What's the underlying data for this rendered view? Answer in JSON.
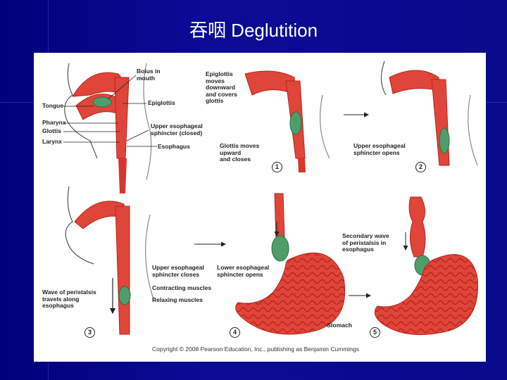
{
  "slide": {
    "title": "吞咽 Deglutition"
  },
  "figure": {
    "labels": {
      "bolus": "Bolus in\nmouth",
      "tongue": "Tongue",
      "epiglottis": "Epiglottis",
      "pharynx": "Pharynx",
      "glottis": "Glottis",
      "larynx": "Larynx",
      "ues_closed": "Upper esophageal\nsphincter (closed)",
      "esophagus": "Esophagus",
      "epiglottis_moves": "Epiglottis\nmoves\ndownward\nand covers\nglottis",
      "glottis_moves": "Glottis moves\nupward\nand closes",
      "ues_opens": "Upper esophageal\nsphincter opens",
      "ues_closes": "Upper esophageal\nsphincter closes",
      "contracting": "Contracting muscles",
      "relaxing": "Relaxing muscles",
      "wave": "Wave of peristalsis\ntravels along\nesophagus",
      "les_opens": "Lower esophageal\nsphincter opens",
      "secondary_wave": "Secondary wave\nof peristalsis in\nesophagus",
      "stomach": "Stomach"
    },
    "step_numbers": [
      "1",
      "2",
      "3",
      "4",
      "5"
    ],
    "copyright": "Copyright © 2008 Pearson Education, Inc., publishing as Benjamin Cummings",
    "colors": {
      "tissue": "#e0453a",
      "tissue_dark": "#b8241c",
      "bolus": "#4e9e6a",
      "skin": "#ffffff",
      "outline": "#444444"
    }
  }
}
